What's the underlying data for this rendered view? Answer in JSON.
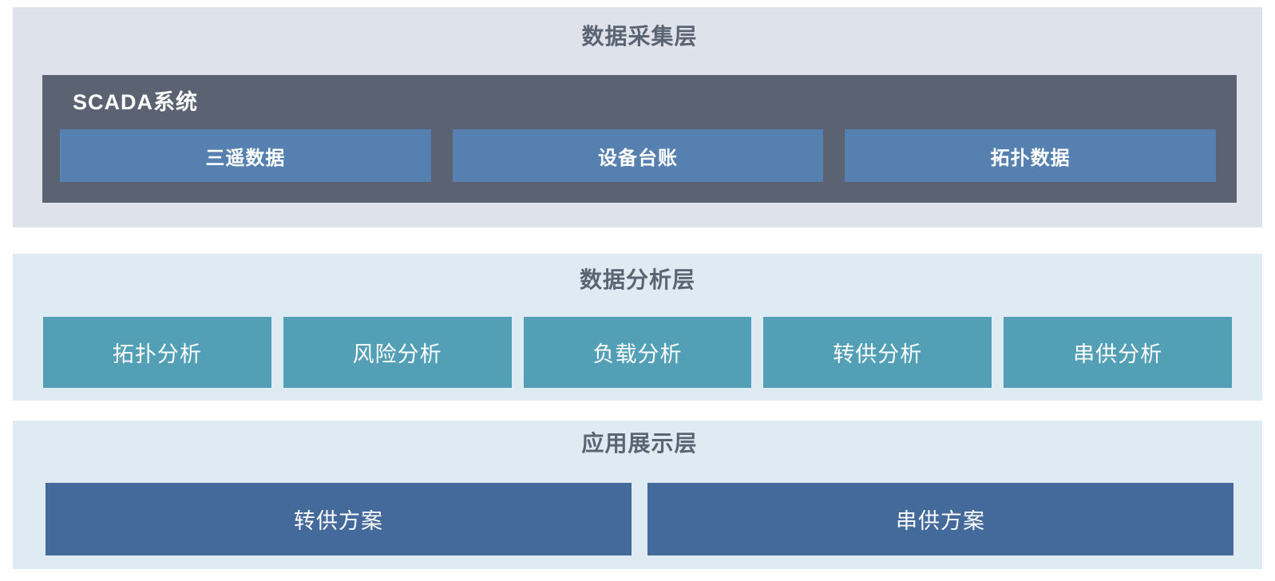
{
  "colors": {
    "page_bg": "#ffffff",
    "layer1_bg": "#dee2eb",
    "layer23_bg": "#dfebf2",
    "scada_bg": "#5b6373",
    "scada_item_bg": "#5580b0",
    "analysis_item_bg": "#539fb6",
    "app_item_bg": "#44699b",
    "title_color": "#5a6472",
    "item_text": "#ffffff"
  },
  "layers": [
    {
      "id": "data-collection",
      "title": "数据采集层",
      "scada": {
        "label": "SCADA系统",
        "items": [
          {
            "label": "三遥数据"
          },
          {
            "label": "设备台账"
          },
          {
            "label": "拓扑数据"
          }
        ]
      }
    },
    {
      "id": "data-analysis",
      "title": "数据分析层",
      "items": [
        {
          "label": "拓扑分析"
        },
        {
          "label": "风险分析"
        },
        {
          "label": "负载分析"
        },
        {
          "label": "转供分析"
        },
        {
          "label": "串供分析"
        }
      ]
    },
    {
      "id": "application-display",
      "title": "应用展示层",
      "items": [
        {
          "label": "转供方案"
        },
        {
          "label": "串供方案"
        }
      ]
    }
  ]
}
